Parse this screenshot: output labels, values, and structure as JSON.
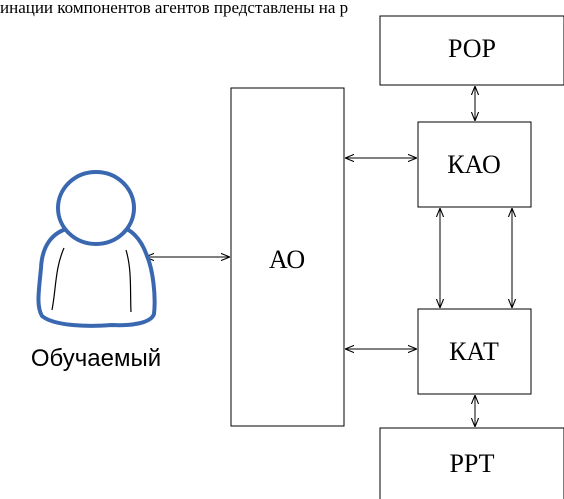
{
  "header_fragment": "инации компонентов агентов представлены на р",
  "diagram": {
    "learner_label": "Обучаемый",
    "blocks": {
      "ao": "АО",
      "rop": "РОР",
      "kao": "КАО",
      "kat": "КАТ",
      "rrt": "РРТ"
    }
  },
  "colors": {
    "person_outline": "#3a68b0",
    "line": "#000000"
  }
}
